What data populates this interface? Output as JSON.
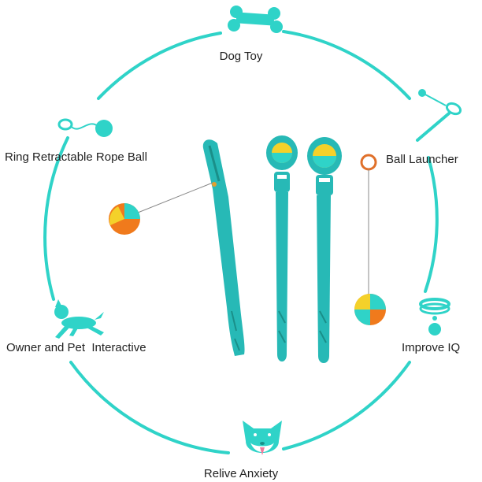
{
  "labels": {
    "dog_toy": "Dog Toy",
    "ring_rope_ball": "Ring Retractable Rope Ball",
    "ball_launcher": "Ball Launcher",
    "owner_pet": "Owner and Pet  Interactive",
    "improve_iq": "Improve IQ",
    "relive_anxiety": "Relive Anxiety"
  },
  "icons": [
    "bone-icon",
    "rope-ball-icon",
    "launcher-icon",
    "dog-running-icon",
    "collar-icon",
    "shiba-face-icon"
  ],
  "colors": {
    "accent": "#2fd3c8",
    "toy_teal": "#27b9b6",
    "ball_orange": "#f07a1c",
    "ball_yellow": "#f4d12a",
    "ring": "#e0702a"
  }
}
